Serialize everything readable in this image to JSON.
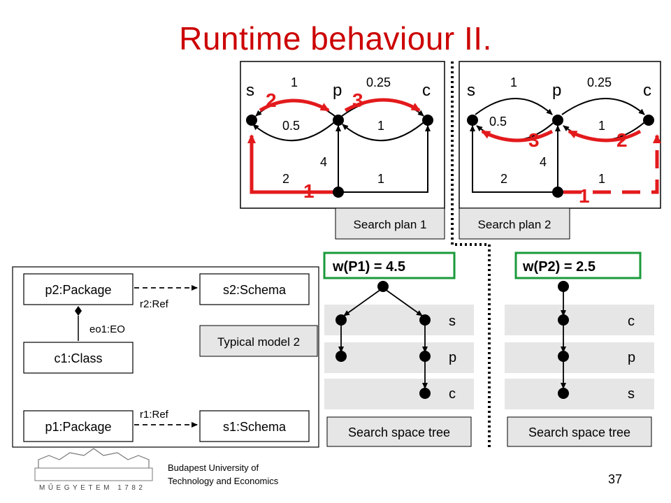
{
  "title": "Runtime behaviour II.",
  "colors": {
    "title": "#cc0000",
    "red": "#e31a1c",
    "green": "#1a9a3a",
    "label_bg": "#e6e6e6"
  },
  "plan1": {
    "nodes": {
      "s": "s",
      "p": "p",
      "c": "c"
    },
    "weights": {
      "sp_top": "1",
      "pc_top": "0.25",
      "ps_bottom": "0.5",
      "cp_bottom": "1",
      "left": "2",
      "mid": "4",
      "right": "1"
    },
    "steps": {
      "step1": "1",
      "step2": "2",
      "step3": "3"
    },
    "label": "Search plan 1",
    "cost": "w(P1) = 4.5"
  },
  "plan2": {
    "nodes": {
      "s": "s",
      "p": "p",
      "c": "c"
    },
    "weights": {
      "sp_top": "1",
      "pc_top": "0.25",
      "ps_bottom": "0.5",
      "cp_bottom": "1",
      "left": "2",
      "mid": "4",
      "right": "1"
    },
    "steps": {
      "step1": "1",
      "step2": "2",
      "step3": "3"
    },
    "label": "Search plan 2",
    "cost": "w(P2) = 2.5"
  },
  "model": {
    "p2": "p2:Package",
    "s2": "s2:Schema",
    "r2": "r2:Ref",
    "eo1": "eo1:EO",
    "c1": "c1:Class",
    "typical": "Typical model 2",
    "r1": "r1:Ref",
    "p1": "p1:Package",
    "s1": "s1:Schema"
  },
  "tree1": {
    "levels": [
      "s",
      "p",
      "c"
    ],
    "label": "Search space tree"
  },
  "tree2": {
    "levels": [
      "c",
      "p",
      "s"
    ],
    "label": "Search space tree"
  },
  "footer": {
    "institution_line1": "Budapest University of",
    "institution_line2": "Technology and Economics",
    "logo_text": "MŰEGYETEM 1782",
    "page_number": "37"
  }
}
